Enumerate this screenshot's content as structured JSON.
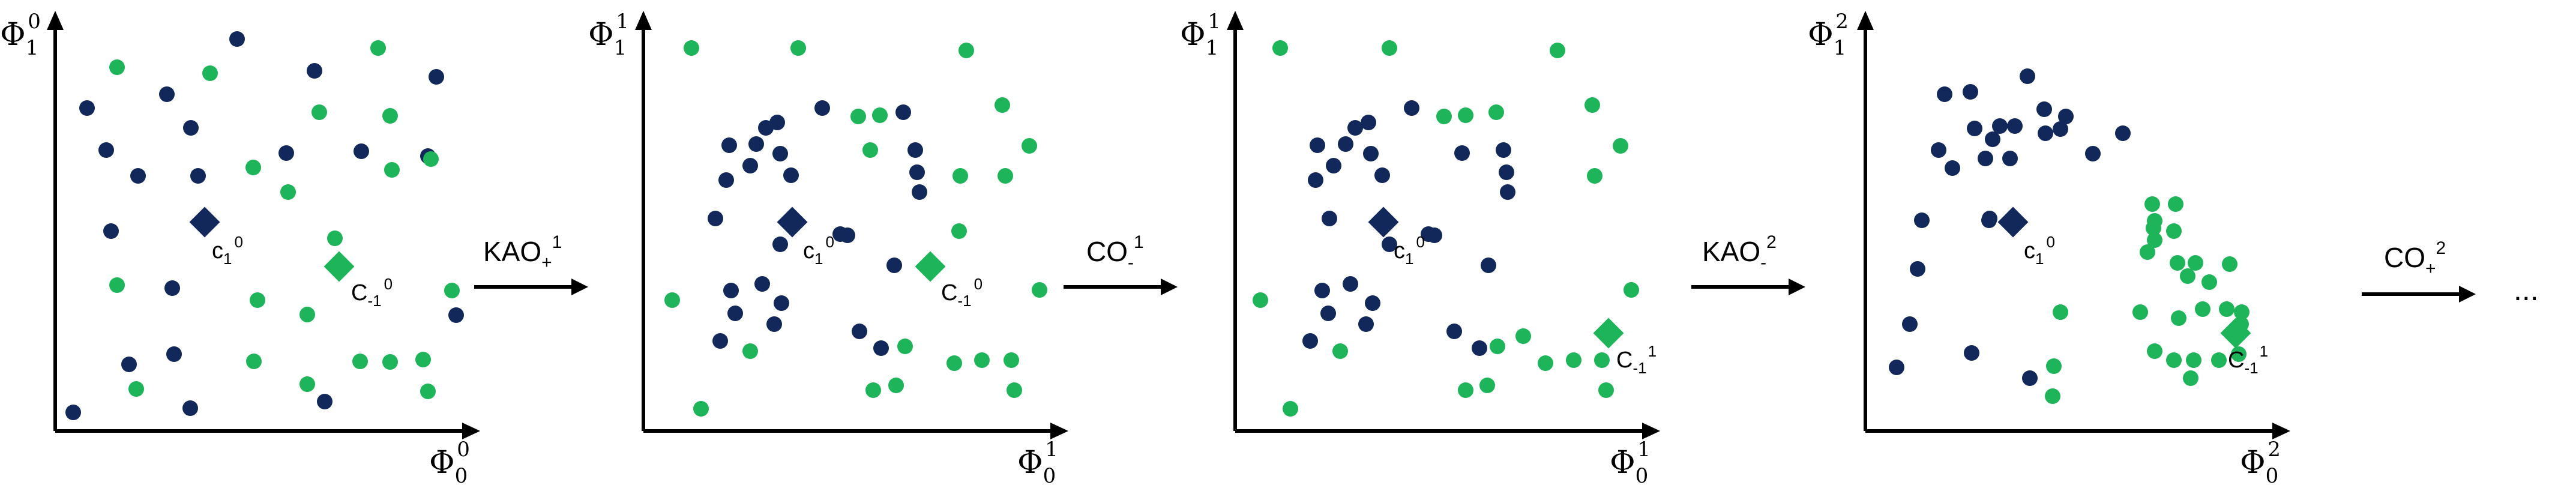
{
  "colors": {
    "blue": "#13285a",
    "green": "#1eb45a",
    "axis": "#000000"
  },
  "panels": [
    {
      "y_axis_label": {
        "base": "Φ",
        "sup": "0",
        "sub": "1"
      },
      "x_axis_label": {
        "base": "Φ",
        "sup": "0",
        "sub": "0"
      },
      "centroid_labels": [
        {
          "base": "c",
          "sub": "1",
          "sup": "0"
        },
        {
          "base": "C",
          "sub": "-1",
          "sup": "0"
        }
      ]
    },
    {
      "y_axis_label": {
        "base": "Φ",
        "sup": "1",
        "sub": "1"
      },
      "x_axis_label": {
        "base": "Φ",
        "sup": "1",
        "sub": "0"
      },
      "centroid_labels": [
        {
          "base": "c",
          "sub": "1",
          "sup": "0"
        },
        {
          "base": "C",
          "sub": "-1",
          "sup": "0"
        }
      ]
    },
    {
      "y_axis_label": {
        "base": "Φ",
        "sup": "1",
        "sub": "1"
      },
      "x_axis_label": {
        "base": "Φ",
        "sup": "1",
        "sub": "0"
      },
      "centroid_labels": [
        {
          "base": "c",
          "sub": "1",
          "sup": "0"
        },
        {
          "base": "C",
          "sub": "-1",
          "sup": "1"
        }
      ]
    },
    {
      "y_axis_label": {
        "base": "Φ",
        "sup": "2",
        "sub": "1"
      },
      "x_axis_label": {
        "base": "Φ",
        "sup": "2",
        "sub": "0"
      },
      "centroid_labels": [
        {
          "base": "c",
          "sub": "1",
          "sup": "0"
        },
        {
          "base": "C",
          "sub": "-1",
          "sup": "1"
        }
      ]
    }
  ],
  "transitions": [
    {
      "base": "KAO",
      "sub": "+",
      "sup": "1"
    },
    {
      "base": "CO",
      "sub": "-",
      "sup": "1"
    },
    {
      "base": "KAO",
      "sub": "-",
      "sup": "2"
    },
    {
      "base": "CO",
      "sub": "+",
      "sup": "2"
    }
  ],
  "ellipsis": "..."
}
